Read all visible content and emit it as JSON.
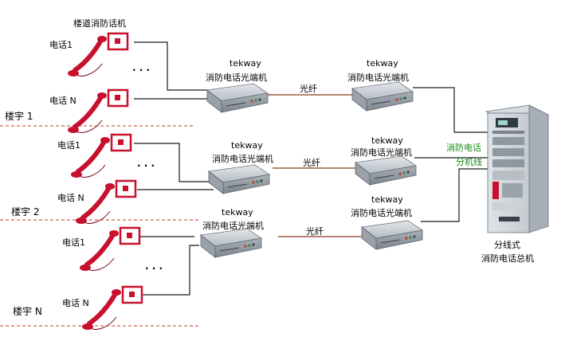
{
  "diagram": {
    "corridor_phone_label": "楼道消防话机",
    "phone_1_label": "电话1",
    "phone_n_label": "电话 N",
    "ellipsis": "· · ·",
    "brand": "tekway",
    "converter_label": "消防电话光端机",
    "fiber_label": "光纤",
    "branch_line_label_1": "消防电话",
    "branch_line_label_2": "分机线",
    "host_label_1": "分线式",
    "host_label_2": "消防电话总机",
    "buildings": [
      {
        "label": "楼宇 1"
      },
      {
        "label": "楼宇 2"
      },
      {
        "label": "楼宇 N"
      }
    ]
  },
  "colors": {
    "phone_red": "#c8102e",
    "fiber_line": "#8b3a1a",
    "branch_text": "#1a8a1a",
    "divider": "#c0392b",
    "device_gray": "#b9bfc6"
  }
}
